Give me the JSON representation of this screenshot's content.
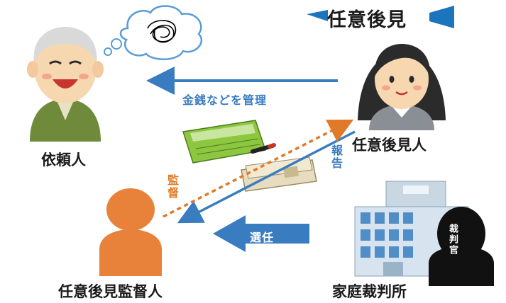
{
  "title": "任意後見",
  "nodes": {
    "client": "依頼人",
    "guardian": "任意後見人",
    "supervisor": "任意後見監督人",
    "court": "家庭裁判所",
    "judge": "裁判官"
  },
  "arrows": {
    "manage": "金銭などを管理",
    "report": "報告",
    "oversight": "監督",
    "appoint": "選任"
  },
  "colors": {
    "arrow_blue": "#3a7cc0",
    "arrow_orange": "#e07a28",
    "supervisor_figure": "#e8813a",
    "judge_figure": "#111111"
  }
}
